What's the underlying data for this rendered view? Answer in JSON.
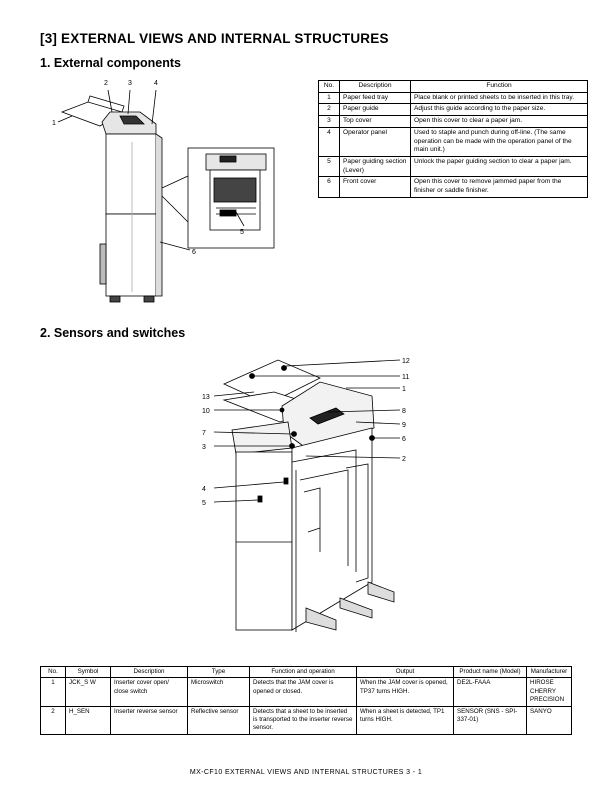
{
  "title": "[3]  EXTERNAL VIEWS AND INTERNAL STRUCTURES",
  "external": {
    "heading": "1.  External components",
    "callouts": [
      "1",
      "2",
      "3",
      "4",
      "5",
      "6"
    ],
    "table": {
      "headers": [
        "No.",
        "Description",
        "Function"
      ],
      "rows": [
        {
          "no": "1",
          "desc": "Paper feed tray",
          "func": "Place blank or printed sheets to be inserted in this tray."
        },
        {
          "no": "2",
          "desc": "Paper guide",
          "func": "Adjust this guide according to the paper size."
        },
        {
          "no": "3",
          "desc": "Top cover",
          "func": "Open this cover to clear a paper jam."
        },
        {
          "no": "4",
          "desc": "Operator panel",
          "func": "Used to staple and punch during off-line. (The same operation can be made with the operation panel of the main unit.)"
        },
        {
          "no": "5",
          "desc": "Paper guiding section (Lever)",
          "func": "Unlock the paper guiding section to clear a paper jam."
        },
        {
          "no": "6",
          "desc": "Front cover",
          "func": "Open this cover to remove jammed paper from the finisher or saddle finisher."
        }
      ]
    }
  },
  "sensors": {
    "heading": "2.  Sensors and switches",
    "callouts": [
      "1",
      "2",
      "3",
      "4",
      "5",
      "6",
      "7",
      "8",
      "9",
      "10",
      "11",
      "12",
      "13"
    ],
    "table": {
      "headers": [
        "No.",
        "Symbol",
        "Description",
        "Type",
        "Function and operation",
        "Output",
        "Product name (Model)",
        "Manufacturer"
      ],
      "rows": [
        {
          "no": "1",
          "symbol": "JCK_S W",
          "desc": "Inserter cover open/ close switch",
          "type": "Microswitch",
          "func": "Detects that the JAM cover is opened or closed.",
          "output": "When the JAM cover is opened, TP37 turns HIGH.",
          "product": "DE2L-FAAA",
          "maker": "HIROSE CHERRY PRECISION"
        },
        {
          "no": "2",
          "symbol": "H_SEN",
          "desc": "Inserter reverse sensor",
          "type": "Reflective sensor",
          "func": "Detects that a sheet to be inserted is transported to the inserter reverse sensor.",
          "output": "When a sheet is detected, TP1 turns HIGH.",
          "product": "SENSOR (SNS - SPI-337-01)",
          "maker": "SANYO"
        }
      ]
    }
  },
  "footer": "MX-CF10  EXTERNAL VIEWS AND INTERNAL STRUCTURES  3 - 1"
}
